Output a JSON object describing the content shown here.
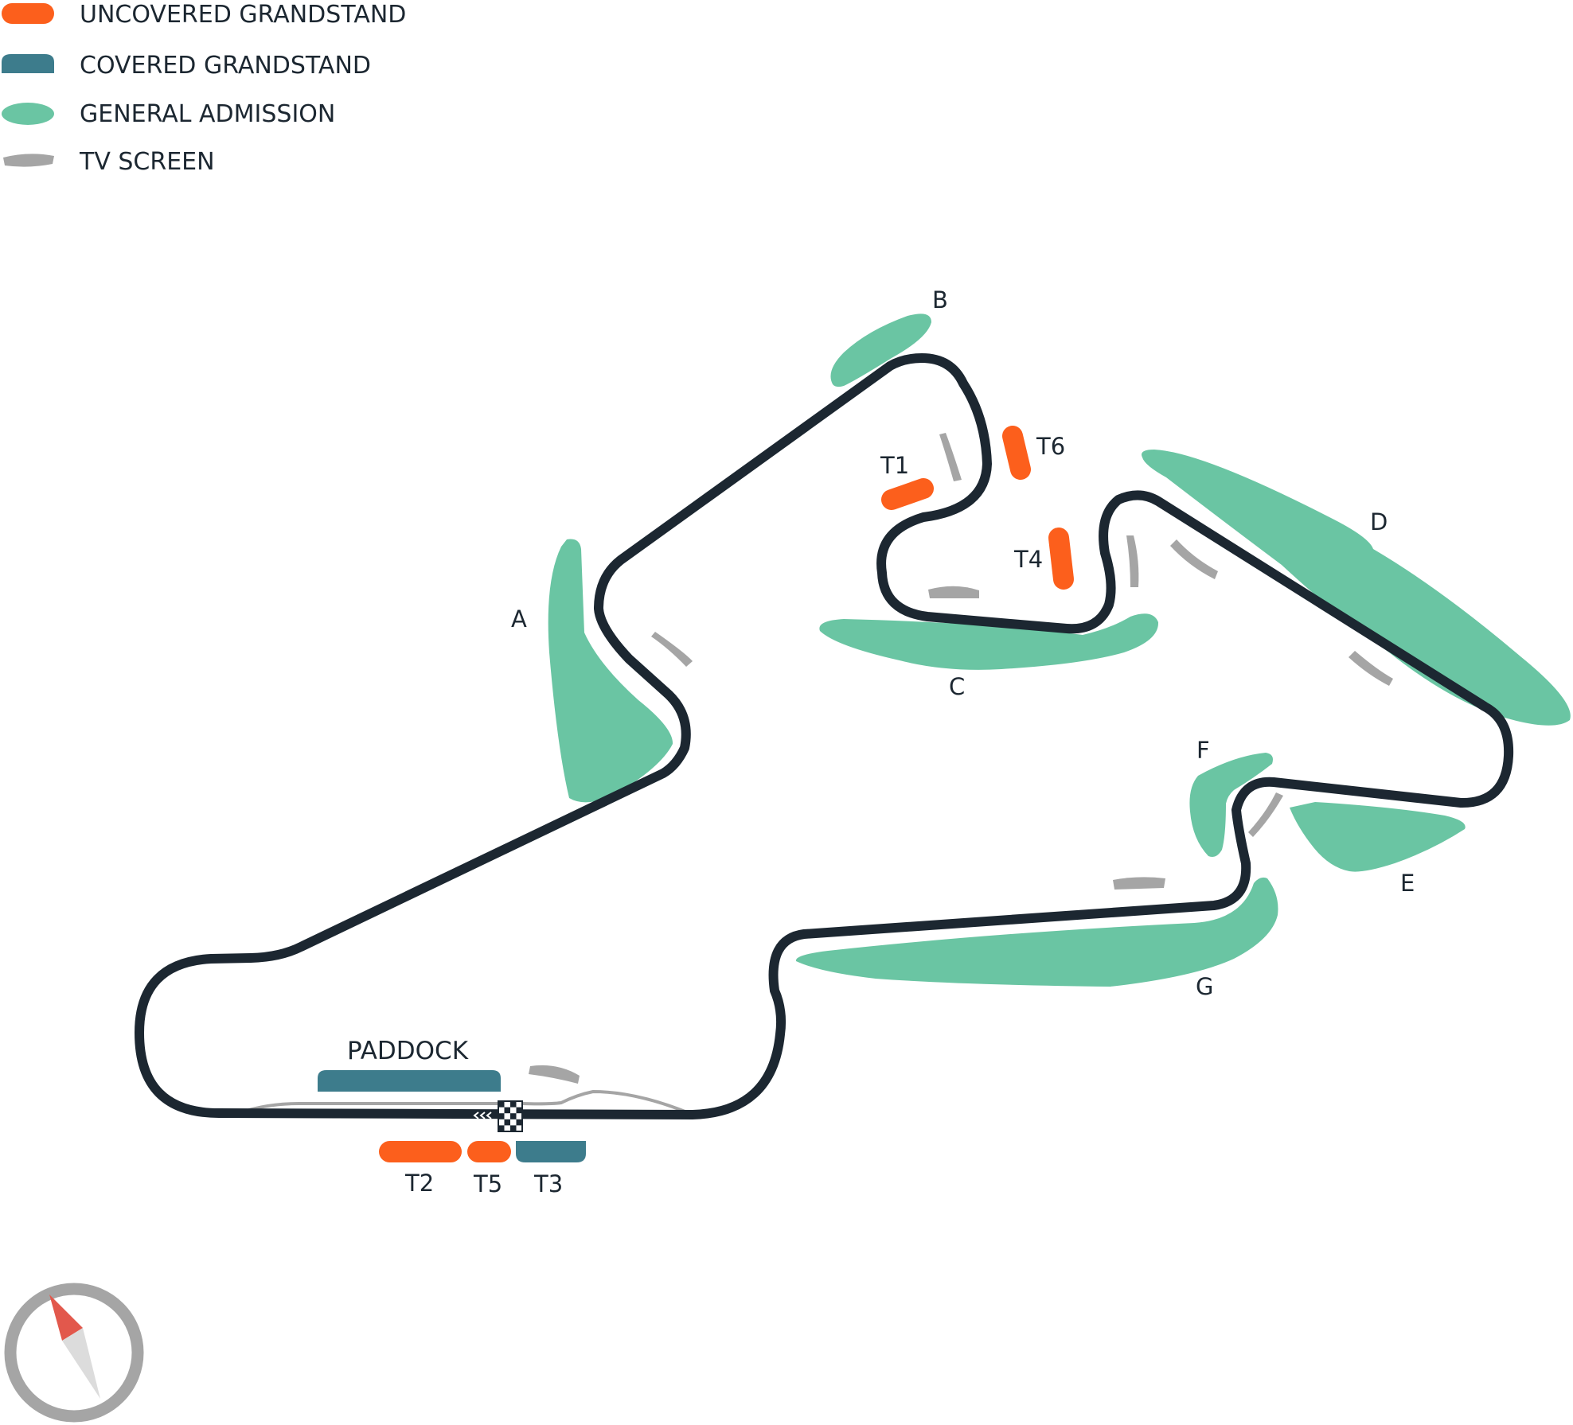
{
  "colors": {
    "uncovered": "#fc5f1c",
    "covered": "#3d7c8c",
    "general": "#6ac5a3",
    "tv": "#a5a5a5",
    "track": "#1c2731",
    "pitlane": "#a5a5a5",
    "compass_ring": "#a5a5a5",
    "needle_north": "#e2584c",
    "needle_south": "#dcdcdc"
  },
  "legend": {
    "uncovered": "UNCOVERED GRANDSTAND",
    "covered": "COVERED GRANDSTAND",
    "general": "GENERAL ADMISSION",
    "tv": "TV SCREEN"
  },
  "labels": {
    "paddock": "PADDOCK",
    "grandstands": {
      "t1": "T1",
      "t2": "T2",
      "t3": "T3",
      "t4": "T4",
      "t5": "T5",
      "t6": "T6"
    },
    "areas": {
      "a": "A",
      "b": "B",
      "c": "C",
      "d": "D",
      "e": "E",
      "f": "F",
      "g": "G"
    }
  },
  "icons": {
    "compass": "compass-icon",
    "start_finish": "checkered-flag-icon",
    "direction": "direction-chevrons-icon"
  }
}
